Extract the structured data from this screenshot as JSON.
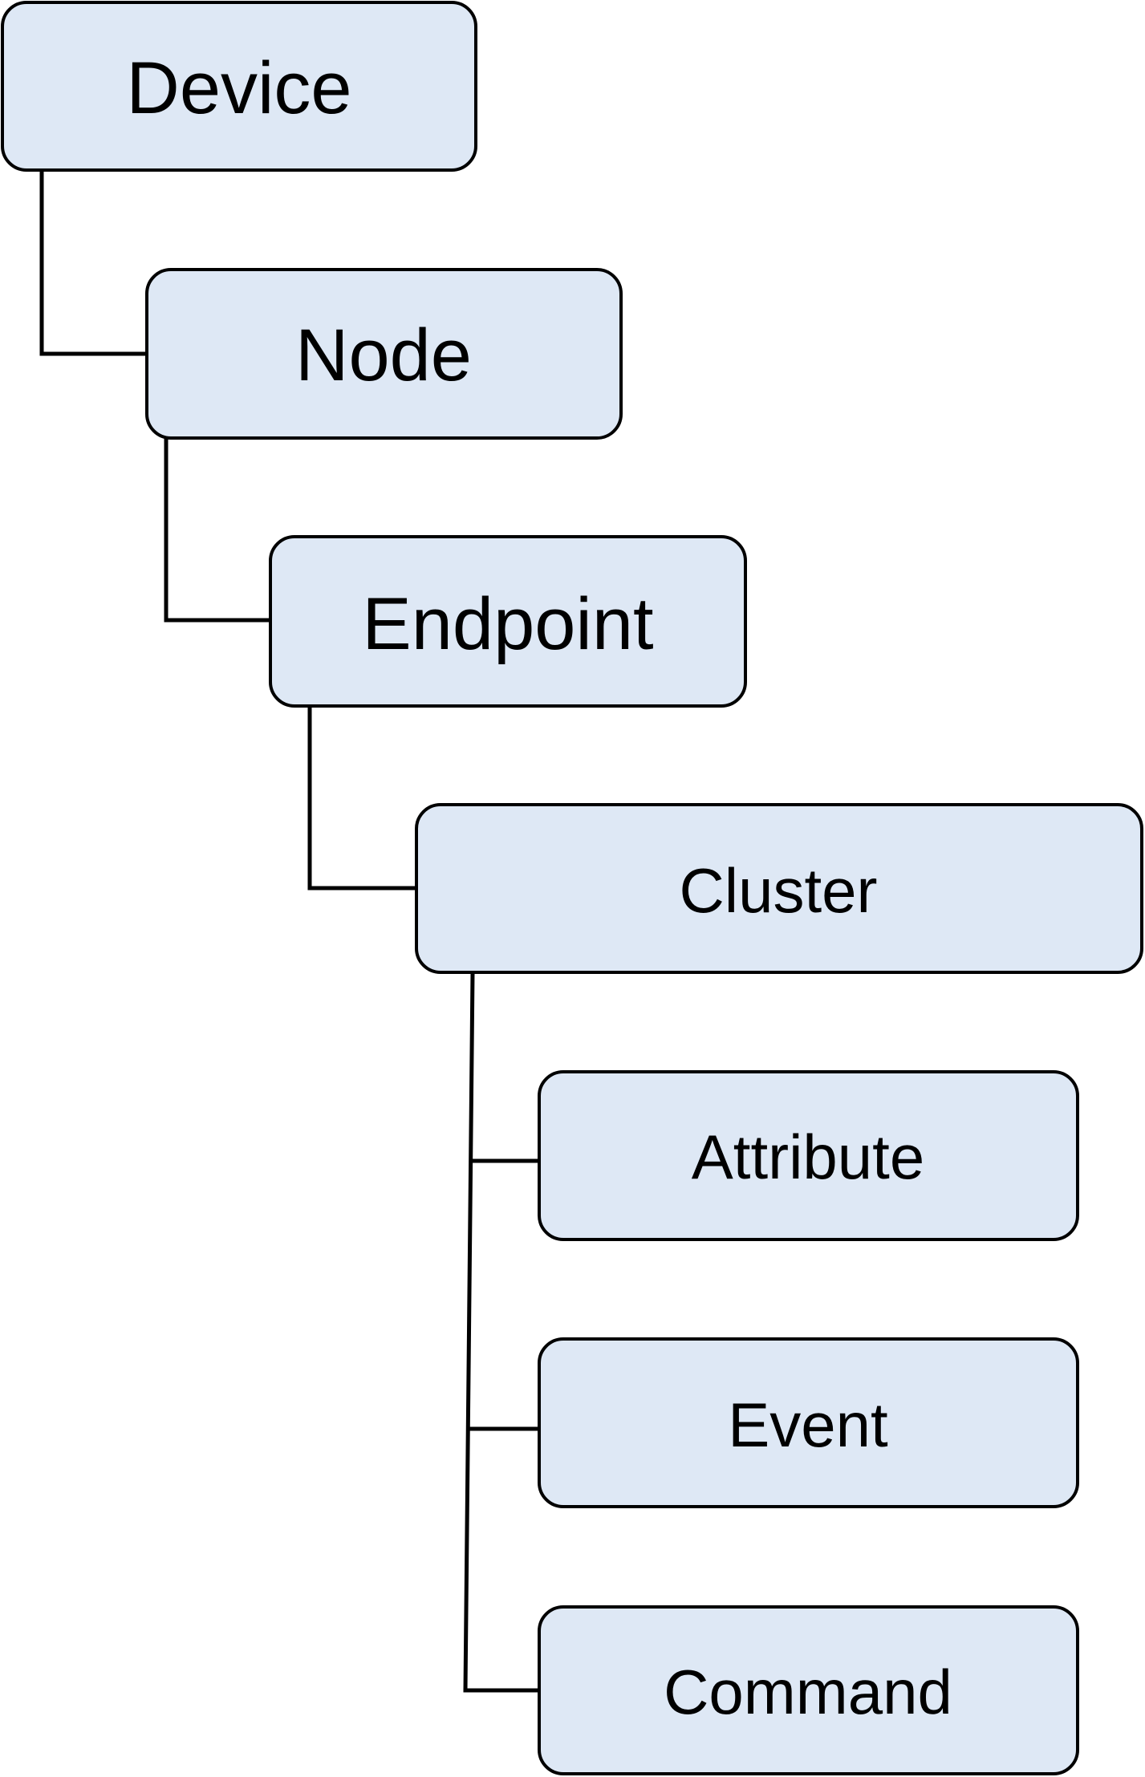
{
  "diagram": {
    "nodes": {
      "device": "Device",
      "node": "Node",
      "endpoint": "Endpoint",
      "cluster": "Cluster",
      "attribute": "Attribute",
      "event": "Event",
      "command": "Command"
    },
    "colors": {
      "box_fill": "#dee8f5",
      "box_stroke": "#000000",
      "text": "#000000",
      "background": "#ffffff"
    }
  }
}
